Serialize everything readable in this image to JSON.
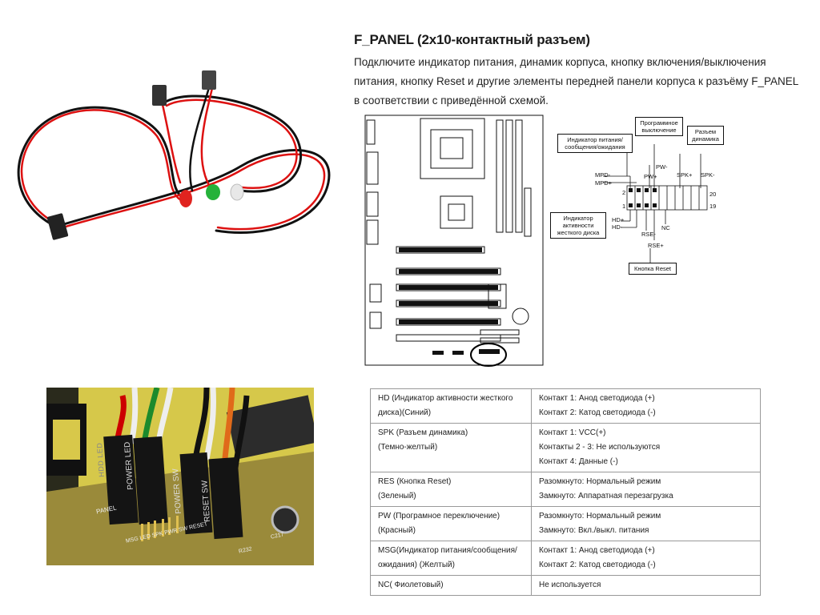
{
  "title": "F_PANEL (2x10-контактный разъем)",
  "body": "Подключите индикатор питания, динамик корпуса, кнопку включения/выключения питания, кнопку Reset и другие элементы передней панели корпуса к разъёму F_PANEL в соответствии с приведённой схемой.",
  "schematic": {
    "box_power_led": "Индикатор питания/ сообщения/ожидания",
    "box_program_off": "Программное выключение",
    "box_speaker": "Разъем динамика",
    "box_hdd_led": "Индикатор активности жесткого диска",
    "box_reset": "Кнопка Reset",
    "pin_mpd_minus": "MPD-",
    "pin_mpd_plus": "MPD+",
    "pin_pw_minus": "PW-",
    "pin_pw_plus": "PW+",
    "pin_spk_plus": "SPK+",
    "pin_spk_minus": "SPK-",
    "pin_hd_plus": "HD+",
    "pin_hd_minus": "HD-",
    "pin_rse_minus": "RSE-",
    "pin_rse_plus": "RSE+",
    "pin_nc": "NC",
    "num_2": "2",
    "num_1": "1",
    "num_20": "20",
    "num_19": "19"
  },
  "photo_labels": {
    "panel": "PANEL",
    "hdd_led": "HDD LED",
    "power_led": "POWER LED",
    "power_sw": "POWER SW",
    "reset_sw": "RESET SW",
    "bottom": "MSG LED SPK  PWR SW  RESET",
    "r232": "R232",
    "c217": "C217"
  },
  "table": [
    [
      "HD (Индикатор активности жесткого диска)(Синий)",
      "Контакт 1: Анод светодиода (+)\nКонтакт 2: Катод светодиода (-)"
    ],
    [
      "SPK (Разъем динамика)\n(Темно-желтый)",
      "Контакт 1: VCC(+)\nКонтакты 2 - 3: Не используются\nКонтакт 4: Данные (-)"
    ],
    [
      "RES (Кнопка Reset)\n(Зеленый)",
      "Разомкнуто: Нормальный режим\nЗамкнуто: Аппаратная перезагрузка"
    ],
    [
      "PW (Програмное переключение)\n(Красный)",
      "Разомкнуто: Нормальный режим\nЗамкнуто: Вкл./выкл. питания"
    ],
    [
      "MSG(Индикатор питания/сообщения/ожидания) (Желтый)",
      "Контакт 1: Анод светодиода (+)\nКонтакт 2: Катод светодиода (-)"
    ],
    [
      "NC( Фиолетовый)",
      "Не используется"
    ]
  ]
}
